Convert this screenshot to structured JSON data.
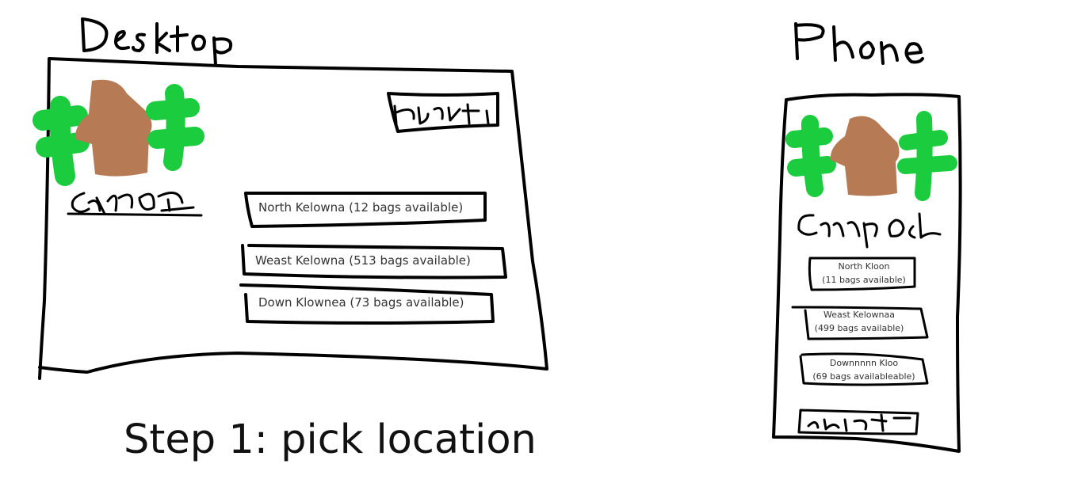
{
  "desktop": {
    "label": "Desktop",
    "about_label": "About",
    "brand": "CampOut",
    "locations": [
      "North Kelowna (12 bags available)",
      "Weast Kelowna (513 bags available)",
      "Down Klownea (73 bags available)"
    ]
  },
  "phone": {
    "label": "Phone",
    "brand": "CampOut",
    "about_label": "About",
    "locations": [
      {
        "name": "North Kloon",
        "bags": "(11 bags available)"
      },
      {
        "name": "Weast Kelownaa",
        "bags": "(499 bags available)"
      },
      {
        "name": "Downnnnn Kloo",
        "bags": "(69 bags availableable)"
      }
    ]
  },
  "caption": "Step 1: pick location",
  "colors": {
    "tree": "#1ccc3f",
    "house": "#b67b55",
    "ink": "#000000"
  }
}
